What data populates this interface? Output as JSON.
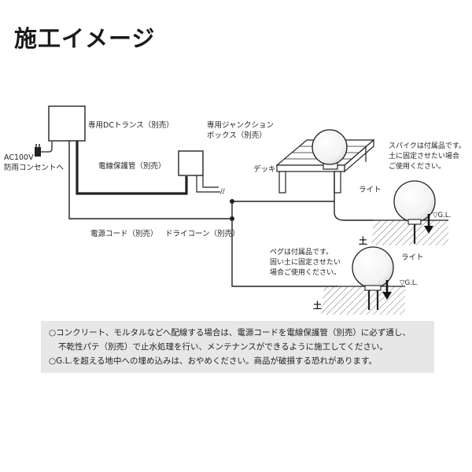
{
  "title": "施工イメージ",
  "labels": {
    "transformer": "専用DCトランス（別売）",
    "junction_box_line1": "専用ジャンクション",
    "junction_box_line2": "ボックス（別売）",
    "outlet_line1": "AC100V",
    "outlet_line2": "防雨コンセントへ",
    "conduit": "電線保護管（別売）",
    "deck": "デッキ",
    "power_cord": "電源コード（別売）",
    "dry_cone": "ドライコーン（別売）",
    "light_upper": "ライト",
    "light_lower": "ライト",
    "gl_upper": "▽G.L.",
    "gl_lower": "▽G.L.",
    "soil_upper": "土",
    "soil_lower": "土"
  },
  "spike_note": [
    "スパイクは付属品です。",
    "土に固定させたい場合",
    "ご使用ください。"
  ],
  "peg_note": [
    "ペグは付属品です。",
    "固い土に固定させたい",
    "場合ご使用ください。"
  ],
  "notices": [
    "○コンクリート、モルタルなどへ配線する場合は、電源コードを電線保護管（別売）に必ず通し、",
    "不乾性パテ（別売）で止水処理を行い、メンテナンスができるように施工してください。",
    "○G.L.を超える地中への埋め込みは、おやめください。商品が破損する恐れがあります。"
  ],
  "colors": {
    "line": "#222222",
    "notice_background": "#e7e7e7"
  }
}
